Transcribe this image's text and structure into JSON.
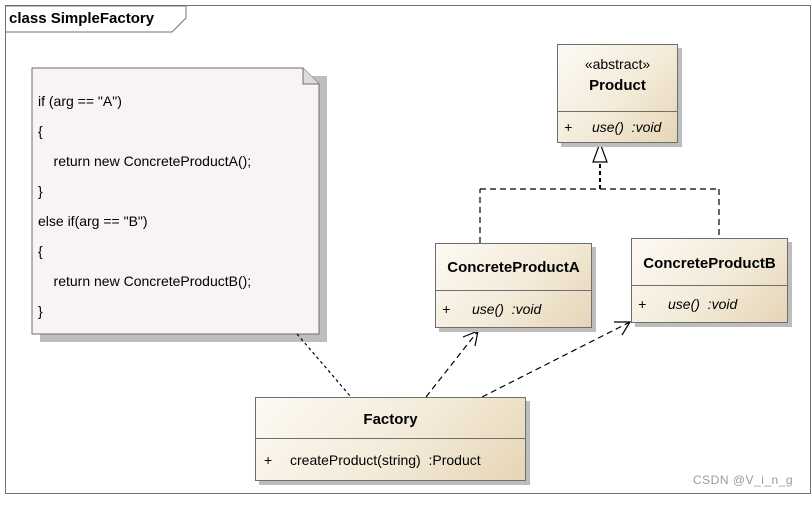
{
  "frame": {
    "title": "class SimpleFactory"
  },
  "note": {
    "lines": [
      "if (arg == \"A\")",
      "{",
      "    return new ConcreteProductA();",
      "}",
      "else if(arg == \"B\")",
      "{",
      "    return new ConcreteProductB();",
      "}"
    ]
  },
  "classes": {
    "product": {
      "stereotype": "«abstract»",
      "name": "Product",
      "operation": {
        "visibility": "+",
        "signature": "use()  :void"
      }
    },
    "concrete_a": {
      "name": "ConcreteProductA",
      "operation": {
        "visibility": "+",
        "signature": "use()  :void"
      }
    },
    "concrete_b": {
      "name": "ConcreteProductB",
      "operation": {
        "visibility": "+",
        "signature": "use()  :void"
      }
    },
    "factory": {
      "name": "Factory",
      "operation": {
        "visibility": "+",
        "signature": "createProduct(string)  :Product"
      }
    }
  },
  "watermark": "CSDN @V_i_n_g",
  "colors": {
    "class_fill_light": "#fdfaf4",
    "class_fill_dark": "#e6d5b6",
    "note_fill": "#f7f3f6",
    "line": "#000000"
  }
}
